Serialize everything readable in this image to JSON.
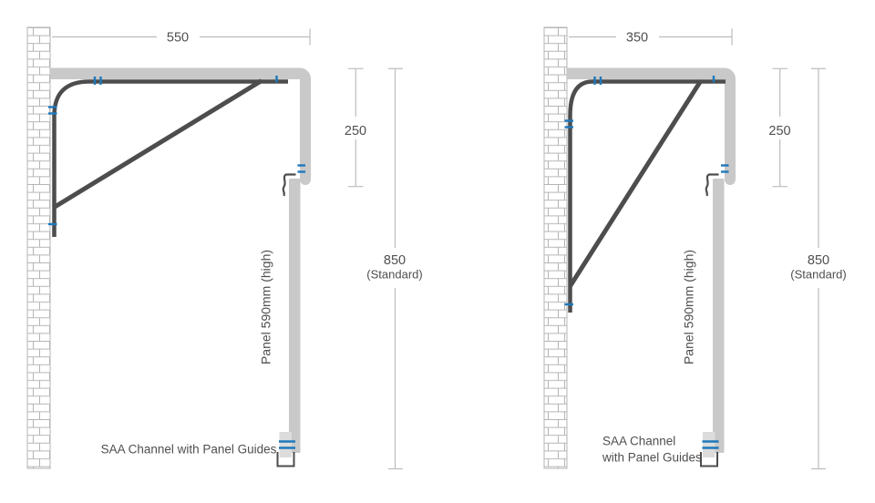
{
  "colors": {
    "steel_gray": "#c9c9c9",
    "channel_gray": "#dcdcdc",
    "bracket_dark": "#4d4d4d",
    "guide_blue": "#1d78bc",
    "dimension_line": "#bcbcbc",
    "brick_mortar": "#b5b5b5",
    "text": "#4f4f4f",
    "background": "#ffffff"
  },
  "diagrams": [
    {
      "name": "canopy-section-550-projection",
      "projection_mm": "550",
      "drop_mm": "250",
      "height_mm": "850",
      "height_note": "(Standard)",
      "panel_label": "Panel 590mm (high)",
      "channel_label": "SAA Channel with Panel Guides"
    },
    {
      "name": "canopy-section-350-projection",
      "projection_mm": "350",
      "drop_mm": "250",
      "height_mm": "850",
      "height_note": "(Standard)",
      "panel_label": "Panel 590mm (high)",
      "channel_label_line1": "SAA Channel",
      "channel_label_line2": "with Panel Guides"
    }
  ]
}
